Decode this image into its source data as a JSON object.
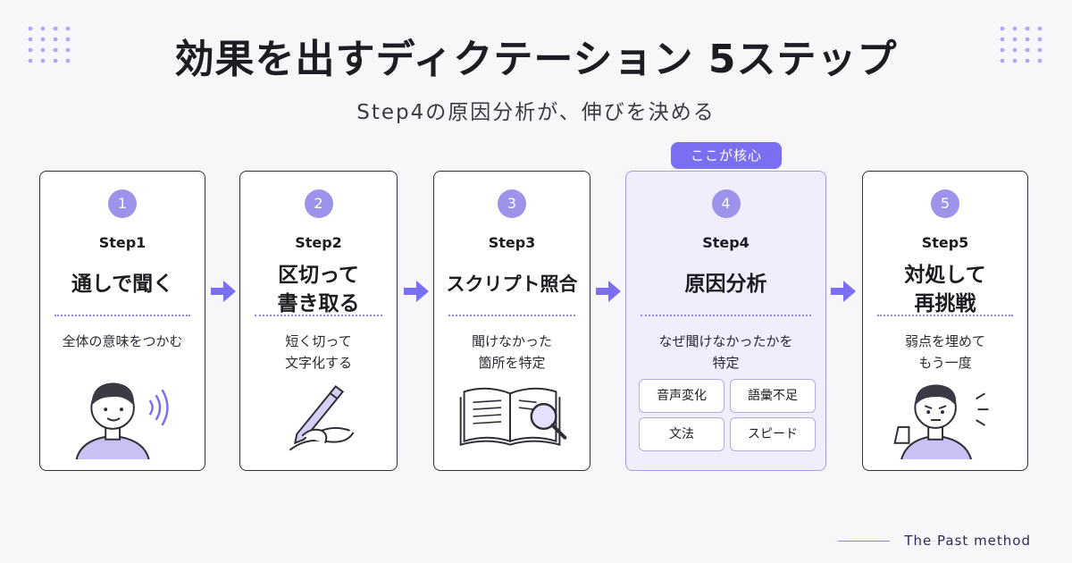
{
  "header": {
    "title": "効果を出すディクテーション 5ステップ",
    "subtitle": "Step4の原因分析が、伸びを決める"
  },
  "highlight_badge": "ここが核心",
  "steps": [
    {
      "number": "1",
      "label": "Step1",
      "title": "通しで聞く",
      "description": "全体の意味をつかむ",
      "illustration": "listening-person-icon"
    },
    {
      "number": "2",
      "label": "Step2",
      "title": "区切って\n書き取る",
      "description": "短く切って\n文字化する",
      "illustration": "pen-writing-icon"
    },
    {
      "number": "3",
      "label": "Step3",
      "title": "スクリプト照合",
      "description": "聞けなかった\n箇所を特定",
      "illustration": "book-magnifier-icon"
    },
    {
      "number": "4",
      "label": "Step4",
      "title": "原因分析",
      "description": "なぜ聞けなかったかを\n特定",
      "causes": [
        "音声変化",
        "語彙不足",
        "文法",
        "スピード"
      ]
    },
    {
      "number": "5",
      "label": "Step5",
      "title": "対処して\n再挑戦",
      "description": "弱点を埋めて\nもう一度",
      "illustration": "determined-person-icon"
    }
  ],
  "footer": {
    "brand": "The Past method"
  },
  "colors": {
    "accent": "#7a6ff0",
    "number_badge": "#9d93ea",
    "highlight_bg": "#f0edfc",
    "arrow": "#7a6ff0"
  }
}
